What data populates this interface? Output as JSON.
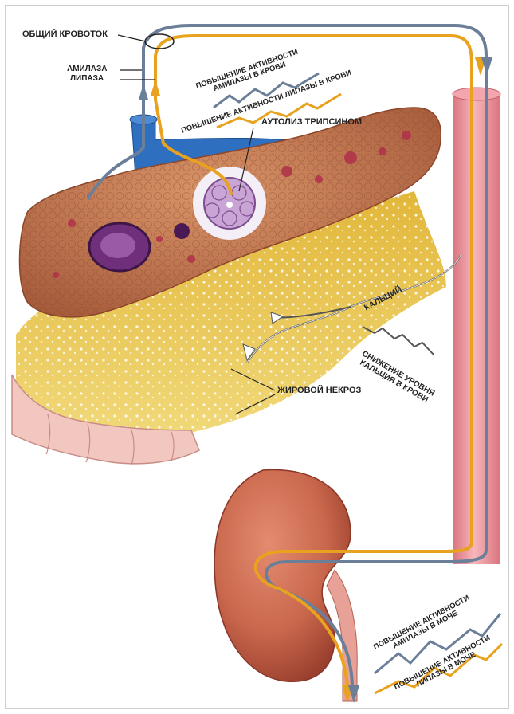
{
  "labels": {
    "common_bloodstream": "ОБЩИЙ КРОВОТОК",
    "amylase": "АМИЛАЗА",
    "lipase": "ЛИПАЗА",
    "blood_amylase_1": "ПОВЫШЕНИЕ АКТИВНОСТИ",
    "blood_amylase_2": "АМИЛАЗЫ В КРОВИ",
    "blood_lipase": "ПОВЫШЕНИЕ АКТИВНОСТИ ЛИПАЗЫ В КРОВИ",
    "autolysis": "АУТОЛИЗ ТРИПСИНОМ",
    "calcium": "КАЛЬЦИЙ",
    "calcium_drop_1": "СНИЖЕНИЕ УРОВНЯ",
    "calcium_drop_2": "КАЛЬЦИЯ В КРОВИ",
    "fat_necrosis": "ЖИРОВОЙ НЕКРОЗ",
    "urine_amylase_1": "ПОВЫШЕНИЕ АКТИВНОСТИ",
    "urine_amylase_2": "АМИЛАЗЫ В МОЧЕ",
    "urine_lipase_1": "ПОВЫШЕНИЕ АКТИВНОСТИ",
    "urine_lipase_2": "ЛИПАЗЫ В МОЧЕ"
  },
  "colors": {
    "amylase_line": "#6b7f99",
    "lipase_line": "#e8a21f",
    "pancreas": "#c9794f",
    "fat": "#e8c64a",
    "vein": "#2c6fc0",
    "artery": "#e9929a",
    "kidney": "#c9684f",
    "intestine": "#f0c4bf"
  }
}
